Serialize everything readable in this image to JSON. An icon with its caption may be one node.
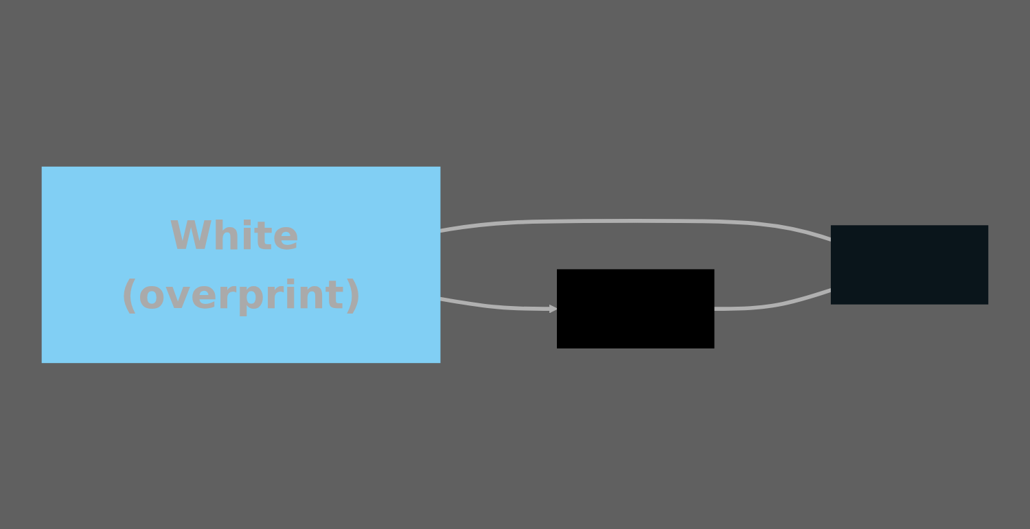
{
  "diagram": {
    "nodes": [
      {
        "text": [
          "White (overprint)"
        ]
      },
      {
        "text": [],
        "shape": "box"
      },
      {
        "text": [],
        "shape": "box"
      }
    ],
    "edges": [
      {
        "from": 0,
        "to": 1,
        "arrow": "to"
      },
      {
        "from": 0,
        "to": 2,
        "arrow": "none"
      },
      {
        "from": 1,
        "to": 2,
        "arrow": "none"
      }
    ]
  }
}
